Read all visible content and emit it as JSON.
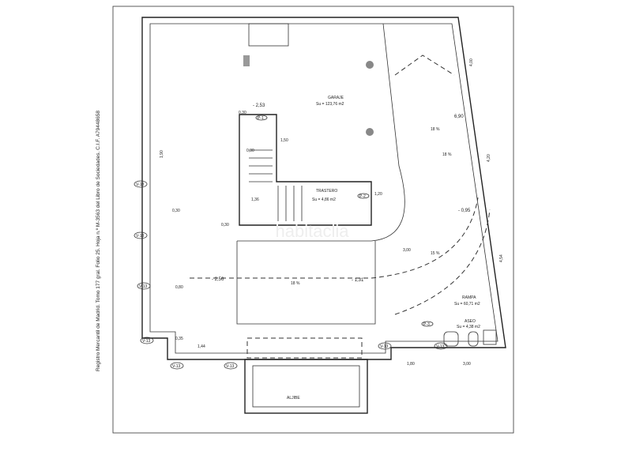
{
  "registry_note": "Registro Mercantil de Madrid. Tomo 177 gral. Folio 25. Hoja n.º M-3563 del Libro de Sociedades. C.I.F. A79448658",
  "watermark": "habitaclia",
  "rooms": {
    "garaje": {
      "name": "GARAJE",
      "area": "Su = 123,76 m2"
    },
    "trastero": {
      "name": "TRASTERO",
      "area": "Su = 4,86 m2"
    },
    "rampa": {
      "name": "RAMPA",
      "area": "Su = 60,71 m2"
    },
    "aseo": {
      "name": "ASEO",
      "area": "Su = 4,38 m2"
    },
    "aljibe": {
      "name": "ALJIBE"
    }
  },
  "levels": {
    "stair_top": "- 2,53",
    "stair_bottom": "1,36",
    "ramp_top": "- 0,95",
    "garage_left": "- 2,56",
    "garage_mid": "- 1,31"
  },
  "slopes": {
    "s1": "18 %",
    "s2": "18 %",
    "s3": "15 %",
    "s4": "18 %"
  },
  "dimensions": {
    "d030a": "0,30",
    "d150": "1,50",
    "d030b": "0,30",
    "d120": "1,20",
    "d190": "1,90",
    "d030c": "0,30",
    "d030d": "0,30",
    "d080": "0,80",
    "d035": "0,35",
    "d144": "1,44",
    "d300a": "3,00",
    "d454": "4,54",
    "d420": "4,20",
    "d690": "6,90",
    "d400": "4,00",
    "d180": "1,80",
    "d300b": "3,00"
  },
  "tags": {
    "v13": "V-13",
    "p1": "P-1",
    "p2": "P-2",
    "p3": "P-3"
  }
}
